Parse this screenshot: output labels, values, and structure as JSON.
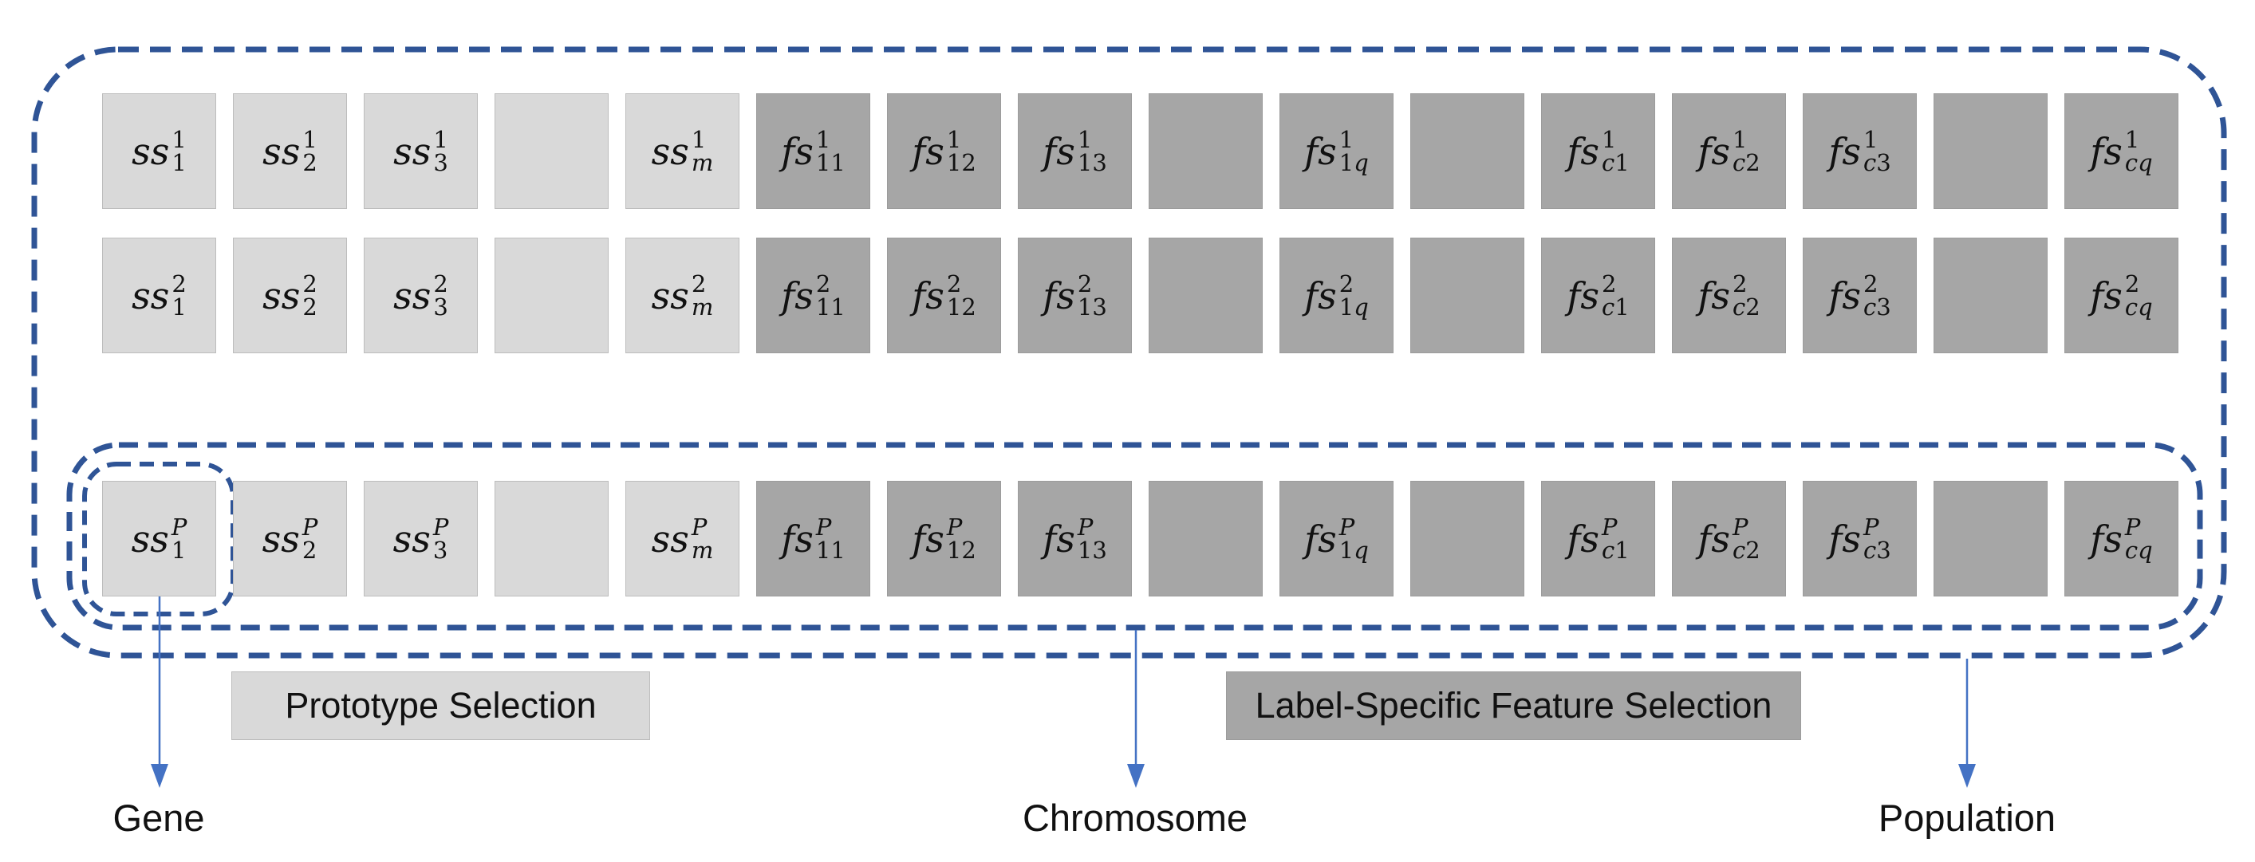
{
  "colors": {
    "dashed_outline": "#2f5496",
    "arrow": "#4472c4",
    "light_cell": "#d9d9d9",
    "dark_cell": "#a6a6a6",
    "cell_border_light": "#bdbdbd",
    "cell_border_dark": "#9c9c9c",
    "text": "#111111"
  },
  "population": {
    "rows": [
      {
        "sup": "1"
      },
      {
        "sup": "2"
      },
      {
        "sup": "P"
      }
    ],
    "cell_template": [
      {
        "base": "ss",
        "sub": "1",
        "shade": "light"
      },
      {
        "base": "ss",
        "sub": "2",
        "shade": "light"
      },
      {
        "base": "ss",
        "sub": "3",
        "shade": "light"
      },
      {
        "base": "",
        "sub": "",
        "shade": "light"
      },
      {
        "base": "ss",
        "sub": "m",
        "shade": "light"
      },
      {
        "base": "fs",
        "sub": "11",
        "shade": "dark"
      },
      {
        "base": "fs",
        "sub": "12",
        "shade": "dark"
      },
      {
        "base": "fs",
        "sub": "13",
        "shade": "dark"
      },
      {
        "base": "",
        "sub": "",
        "shade": "dark"
      },
      {
        "base": "fs",
        "sub": "1q",
        "shade": "dark"
      },
      {
        "base": "",
        "sub": "",
        "shade": "dark"
      },
      {
        "base": "fs",
        "sub": "c1",
        "shade": "dark"
      },
      {
        "base": "fs",
        "sub": "c2",
        "shade": "dark"
      },
      {
        "base": "fs",
        "sub": "c3",
        "shade": "dark"
      },
      {
        "base": "",
        "sub": "",
        "shade": "dark"
      },
      {
        "base": "fs",
        "sub": "cq",
        "shade": "dark"
      }
    ]
  },
  "legend": {
    "prototype_label": "Prototype Selection",
    "feature_label": "Label-Specific Feature Selection"
  },
  "annotations": {
    "gene_label": "Gene",
    "chromosome_label": "Chromosome",
    "population_label": "Population"
  }
}
